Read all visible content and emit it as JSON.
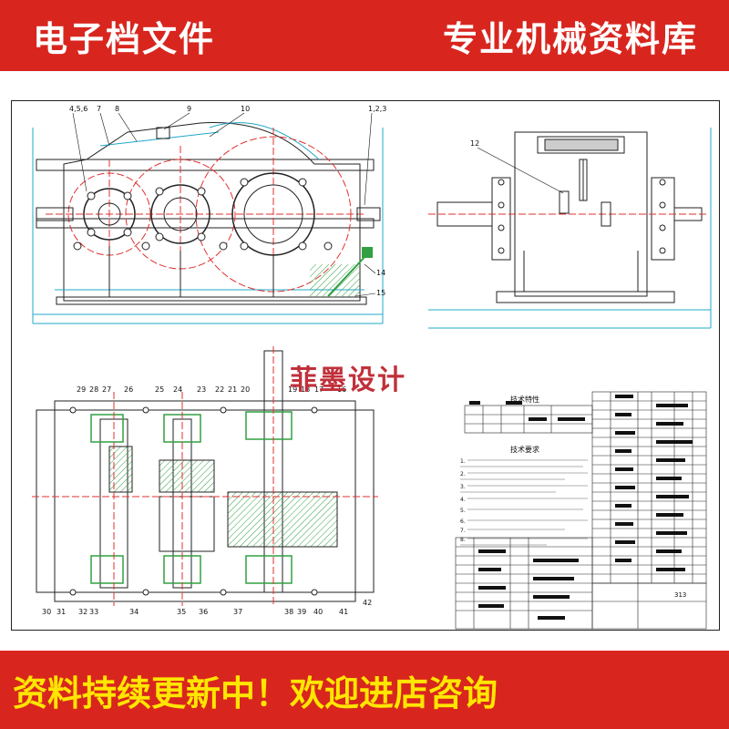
{
  "banner_top": {
    "left_text": "电子档文件",
    "right_text": "专业机械资料库"
  },
  "banner_bottom": {
    "text": "资料持续更新中！欢迎进店咨询"
  },
  "watermark": "菲墨设计",
  "drawing": {
    "front_view_callouts": [
      "4,5,6",
      "7",
      "8",
      "9",
      "10",
      "1,2,3",
      "14",
      "15"
    ],
    "side_view_callouts": [
      "12"
    ],
    "plan_view_top_callouts": [
      "29",
      "28",
      "27",
      "26",
      "25",
      "24",
      "23",
      "22",
      "21",
      "20",
      "19",
      "18",
      "17",
      "16"
    ],
    "plan_view_bottom_callouts": [
      "30",
      "31",
      "32",
      "33",
      "34",
      "35",
      "36",
      "37",
      "38",
      "39",
      "40",
      "41",
      "42"
    ],
    "tech_spec_title": "技术特性",
    "tech_req_title": "技术要求",
    "tech_req_items": [
      "1.",
      "2.",
      "3.",
      "4.",
      "5.",
      "6.",
      "7.",
      "8."
    ],
    "title_block_code": "313"
  },
  "colors": {
    "banner_red": "#d8261f",
    "banner_text": "#ffffff",
    "banner_bottom_text": "#ffe600",
    "drawing_red": "#e03030",
    "drawing_cyan": "#20a8c8",
    "drawing_green": "#30a040",
    "watermark": "#c0303a"
  }
}
